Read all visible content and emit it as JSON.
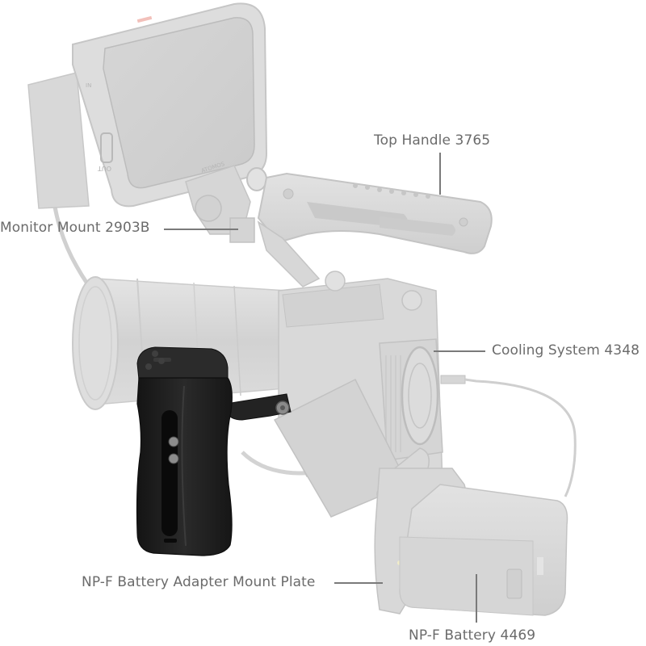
{
  "diagram": {
    "highlight_product": "Side Handle (black grip)",
    "colors": {
      "background": "#ffffff",
      "ghost_fill": "#d9d9d9",
      "ghost_stroke": "#c4c4c4",
      "ghost_dark": "#bdbdbd",
      "product_black": "#1e1e1e",
      "product_mid": "#2c2c2c",
      "label_text": "#6b6b6b",
      "leader_line": "#7a7a7a",
      "accent_red": "#f2a39a"
    },
    "callouts": [
      {
        "id": "top-handle",
        "label": "Top Handle 3765"
      },
      {
        "id": "monitor-mount",
        "label": "Monitor Mount 2903B"
      },
      {
        "id": "cooling-system",
        "label": "Cooling System 4348"
      },
      {
        "id": "battery-adapter-plate",
        "label": "NP-F Battery Adapter Mount Plate"
      },
      {
        "id": "battery",
        "label": "NP-F Battery 4469"
      }
    ],
    "monitor": {
      "port_in": "IN",
      "port_out": "OUT",
      "brand": "ATOMOS"
    }
  }
}
